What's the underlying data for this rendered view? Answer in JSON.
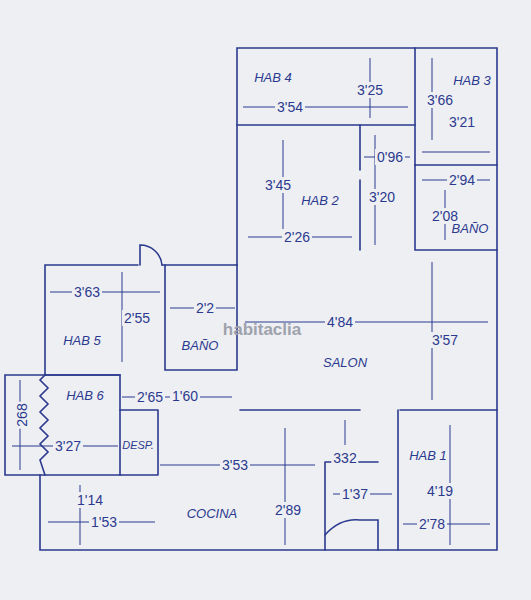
{
  "diagram": {
    "nodes": [
      {
        "text": [
          "HAB 4"
        ]
      },
      {
        "text": [
          "HAB 3"
        ]
      },
      {
        "text": [
          "HAB 2"
        ]
      },
      {
        "text": [
          "BAÑO"
        ]
      },
      {
        "text": [
          "HAB 5"
        ]
      },
      {
        "text": [
          "BAÑO"
        ]
      },
      {
        "text": [
          "SALON"
        ]
      },
      {
        "text": [
          "HAB 6"
        ]
      },
      {
        "text": [
          "DESP."
        ]
      },
      {
        "text": [
          "COCINA"
        ]
      },
      {
        "text": [
          "HAB 1"
        ]
      }
    ],
    "labels": [
      "3'54",
      "3'25",
      "3'66",
      "3'21",
      "0'96",
      "2'94",
      "3'45",
      "3'20",
      "2'26",
      "2'08",
      "3'63",
      "2'55",
      "2'2",
      "4'84",
      "3'57",
      "2'65",
      "1'60",
      "268",
      "3'27",
      "3'53",
      "332",
      "1'14",
      "1'53",
      "2'89",
      "1'37",
      "4'19",
      "2'78",
      "habitaclia"
    ]
  }
}
